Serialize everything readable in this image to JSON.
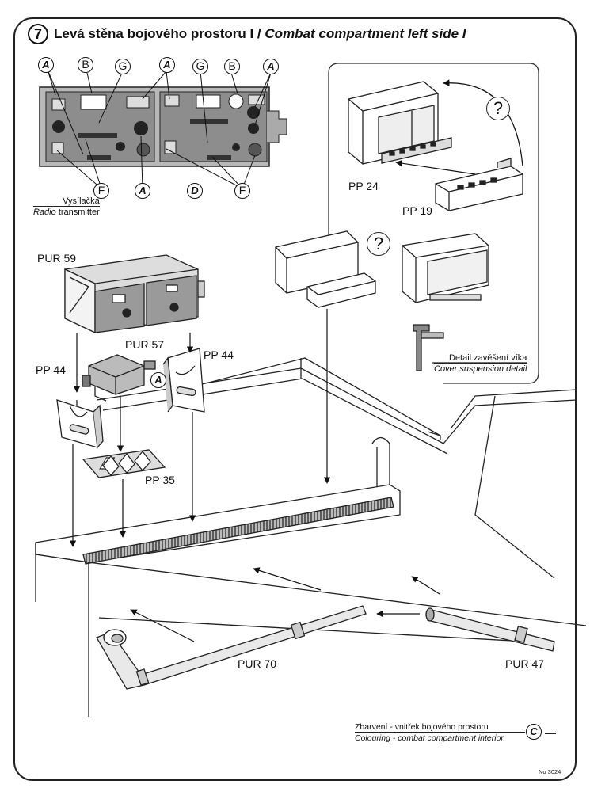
{
  "step": "7",
  "title": {
    "cz": "Levá stěna bojového prostoru I /",
    "en": "Combat compartment left side I"
  },
  "radio": {
    "caption_cz": "Vysílačka",
    "caption_en_italic": "Radio",
    "caption_en_rest": "transmitter",
    "callouts_top": [
      "A",
      "B",
      "G",
      "A",
      "G",
      "B",
      "A"
    ],
    "callouts_bottom": [
      "F",
      "A",
      "D",
      "F"
    ]
  },
  "inset": {
    "question": "?",
    "parts": [
      "PP 24",
      "PP 19"
    ]
  },
  "mid_question": "?",
  "cover_detail": {
    "caption_cz": "Detail zavěšení víka",
    "caption_en": "Cover suspension detail"
  },
  "parts": {
    "pur59": "PUR 59",
    "pur57": "PUR 57",
    "pur57_code": "A",
    "pp44_left": "PP 44",
    "pp44_right": "PP 44",
    "pp35": "PP 35",
    "pur70": "PUR 70",
    "pur47": "PUR 47"
  },
  "colouring": {
    "cz": "Zbarvení - vnitřek bojového prostoru",
    "en": "Colouring -  combat compartment interior",
    "code": "C"
  },
  "catalog_no": "No 3024"
}
